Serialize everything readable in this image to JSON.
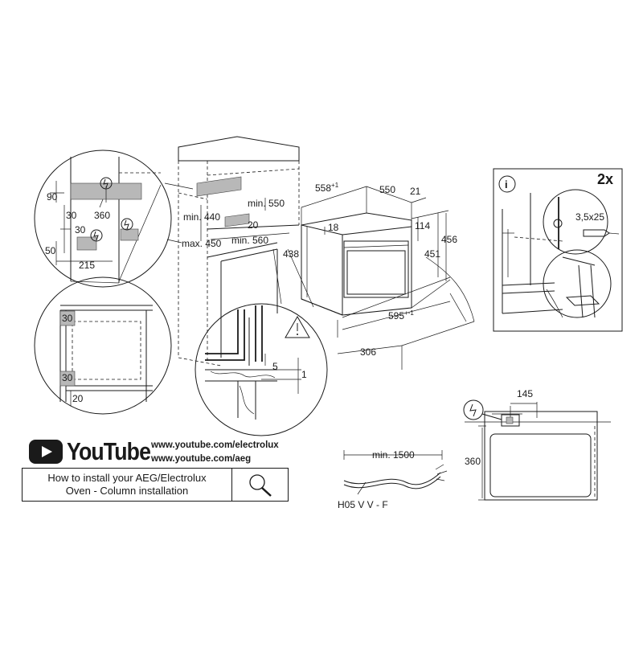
{
  "youtube": {
    "logo_text": "YouTube",
    "urls": [
      "www.youtube.com/electrolux",
      "www.youtube.com/aeg"
    ],
    "video_caption_line1": "How to install your AEG/Electrolux",
    "video_caption_line2": "Oven - Column installation"
  },
  "detail_top_left": {
    "dims": {
      "d90": "90",
      "d30a": "30",
      "d360": "360",
      "d30b": "30",
      "d50": "50",
      "d215": "215"
    }
  },
  "cabinet": {
    "dims": {
      "min440": "min. 440",
      "min550": "min. 550",
      "d20": "20",
      "max450": "max. 450",
      "min560": "min. 560"
    }
  },
  "detail_mid_left": {
    "dims": {
      "d30a": "30",
      "d30b": "30",
      "d20": "20"
    }
  },
  "detail_bottom_circle": {
    "dims": {
      "d5": "5",
      "d1": "1"
    }
  },
  "oven": {
    "dims": {
      "d558": "558",
      "d558_tol": "+1",
      "d550": "550",
      "d21": "21",
      "d18": "18",
      "d114": "114",
      "d456": "456",
      "d438": "438",
      "d451": "451",
      "d595": "595",
      "d595_tol": "+-1",
      "d306": "306"
    }
  },
  "info_panel": {
    "count_label": "2x",
    "screw_label": "3,5x25"
  },
  "cable": {
    "min_length": "min. 1500",
    "cable_type": "H05 V V - F"
  },
  "side_view": {
    "dims": {
      "d145": "145",
      "d360": "360"
    }
  }
}
